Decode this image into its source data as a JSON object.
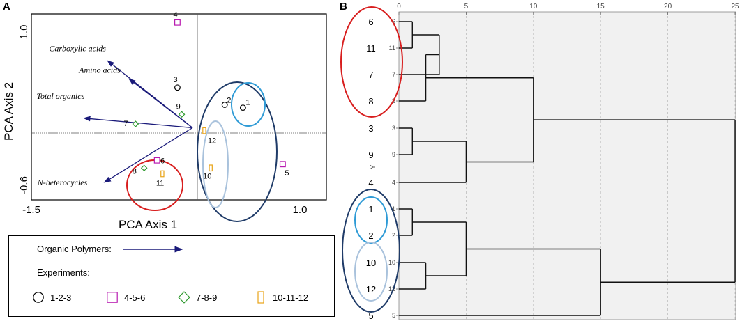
{
  "panel_a_letter": "A",
  "panel_b_letter": "B",
  "colors": {
    "group_1_2_3": "#000000",
    "group_4_5_6": "#b81ab0",
    "group_7_8_9": "#2e9a2e",
    "group_10_11_12": "#e8a317",
    "vector": "#1a1a7a",
    "ring_red": "#d81e1e",
    "ring_navy": "#1f3b68",
    "ring_blue": "#2f9bd6",
    "ring_light": "#a9c2dc"
  },
  "legend": {
    "polymers_label": "Organic Polymers:",
    "experiments_label": "Experiments:",
    "items": [
      {
        "label": "1-2-3",
        "marker": "circle"
      },
      {
        "label": "4-5-6",
        "marker": "square"
      },
      {
        "label": "7-8-9",
        "marker": "diamond"
      },
      {
        "label": "10-11-12",
        "marker": "rect"
      }
    ]
  },
  "chart_data": [
    {
      "type": "scatter",
      "xlabel": "PCA Axis 1",
      "ylabel": "PCA Axis 2",
      "xlim": [
        -1.5,
        1.0
      ],
      "ylim": [
        -0.6,
        1.0
      ],
      "x_tick_labels": [
        "-1.5",
        "1.0"
      ],
      "y_tick_labels": [
        "1.0",
        "-0.6"
      ],
      "points": [
        {
          "label": "1",
          "group": "1-2-3",
          "x": 0.47,
          "y": 0.21
        },
        {
          "label": "2",
          "group": "1-2-3",
          "x": 0.3,
          "y": 0.24
        },
        {
          "label": "3",
          "group": "1-2-3",
          "x": -0.14,
          "y": 0.42
        },
        {
          "label": "4",
          "group": "4-5-6",
          "x": -0.14,
          "y": 1.1
        },
        {
          "label": "5",
          "group": "4-5-6",
          "x": 0.84,
          "y": -0.38
        },
        {
          "label": "6",
          "group": "4-5-6",
          "x": -0.33,
          "y": -0.34
        },
        {
          "label": "7",
          "group": "7-8-9",
          "x": -0.53,
          "y": 0.04
        },
        {
          "label": "8",
          "group": "7-8-9",
          "x": -0.45,
          "y": -0.42
        },
        {
          "label": "9",
          "group": "7-8-9",
          "x": -0.1,
          "y": 0.14
        },
        {
          "label": "10",
          "group": "10-11-12",
          "x": 0.17,
          "y": -0.42
        },
        {
          "label": "11",
          "group": "10-11-12",
          "x": -0.28,
          "y": -0.48
        },
        {
          "label": "12",
          "group": "10-11-12",
          "x": 0.11,
          "y": -0.03
        }
      ],
      "vectors": [
        {
          "label": "Carboxylic acids",
          "x": -0.79,
          "y": 0.7
        },
        {
          "label": "Amino acids",
          "x": -0.59,
          "y": 0.51
        },
        {
          "label": "Total organics",
          "x": -1.01,
          "y": 0.1
        },
        {
          "label": "N-heterocycles",
          "x": -0.82,
          "y": -0.57
        }
      ]
    },
    {
      "type": "dendrogram",
      "x_ticks": [
        0,
        5,
        10,
        15,
        20,
        25
      ],
      "axis_label": "Y",
      "order": [
        "6",
        "11",
        "7",
        "8",
        "3",
        "9",
        "4",
        "1",
        "2",
        "10",
        "12",
        "5"
      ],
      "merges": [
        {
          "a": "6",
          "b": "11",
          "height": 1
        },
        {
          "a": "6+11",
          "b": "7",
          "height": 3
        },
        {
          "a": "6+11+7",
          "b": "8",
          "height": 2
        },
        {
          "a": "3",
          "b": "9",
          "height": 1
        },
        {
          "a": "3+9",
          "b": "4",
          "height": 5
        },
        {
          "a": "6+11+7+8",
          "b": "3+9+4",
          "height": 10
        },
        {
          "a": "1",
          "b": "2",
          "height": 1
        },
        {
          "a": "10",
          "b": "12",
          "height": 2
        },
        {
          "a": "1+2",
          "b": "10+12",
          "height": 5
        },
        {
          "a": "1+2+10+12",
          "b": "5",
          "height": 15
        },
        {
          "a": "all-top",
          "b": "all-bottom",
          "height": 25
        }
      ]
    }
  ]
}
